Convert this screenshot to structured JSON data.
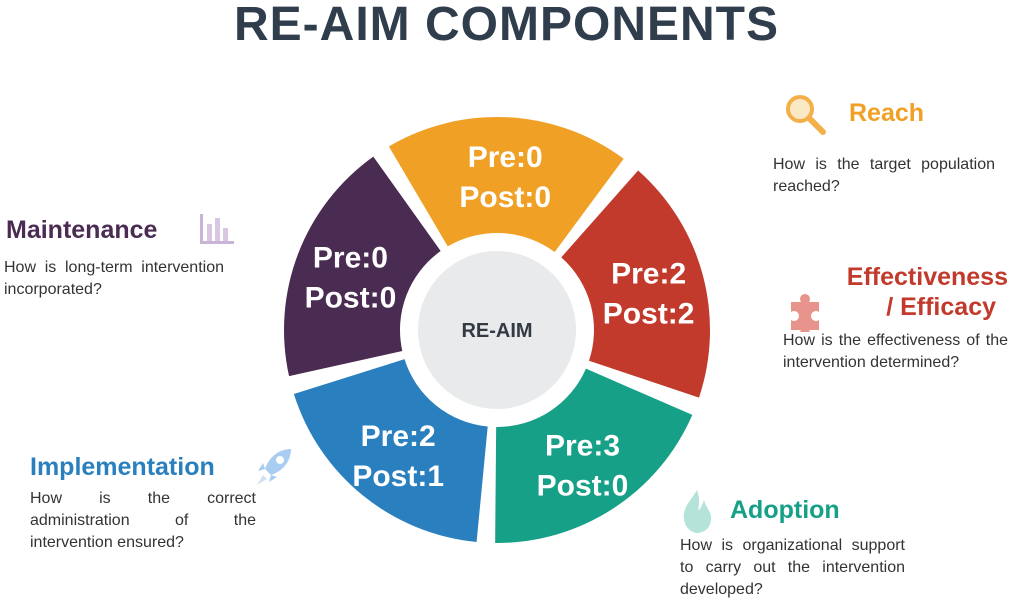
{
  "title": "RE-AIM COMPONENTS",
  "center_label": "RE-AIM",
  "colors": {
    "reach": "#f0a024",
    "effectiveness": "#c23a2c",
    "adoption": "#17a088",
    "implementation": "#2a7fbf",
    "maintenance": "#4a2b52",
    "center": "#e8eaeb",
    "title": "#2f3d4c"
  },
  "segments": [
    {
      "key": "reach",
      "pre": "Pre:0",
      "post": "Post:0"
    },
    {
      "key": "effectiveness",
      "pre": "Pre:2",
      "post": "Post:2"
    },
    {
      "key": "adoption",
      "pre": "Pre:3",
      "post": "Post:0"
    },
    {
      "key": "implementation",
      "pre": "Pre:2",
      "post": "Post:1"
    },
    {
      "key": "maintenance",
      "pre": "Pre:0",
      "post": "Post:0"
    }
  ],
  "components": {
    "reach": {
      "title": "Reach",
      "description": "How is the target population reached?",
      "icon": "magnifier-icon"
    },
    "effectiveness": {
      "title_line1": "Effectiveness",
      "title_line2": "/ Efficacy",
      "description": "How is the effectiveness of the intervention determined?",
      "icon": "puzzle-icon"
    },
    "adoption": {
      "title": "Adoption",
      "description": "How is organizational support to carry out the intervention developed?",
      "icon": "flame-icon"
    },
    "implementation": {
      "title": "Implementation",
      "description": "How is the correct administration of the intervention ensured?",
      "icon": "rocket-icon"
    },
    "maintenance": {
      "title": "Maintenance",
      "description": "How is long-term intervention incorporated?",
      "icon": "bar-chart-icon"
    }
  }
}
